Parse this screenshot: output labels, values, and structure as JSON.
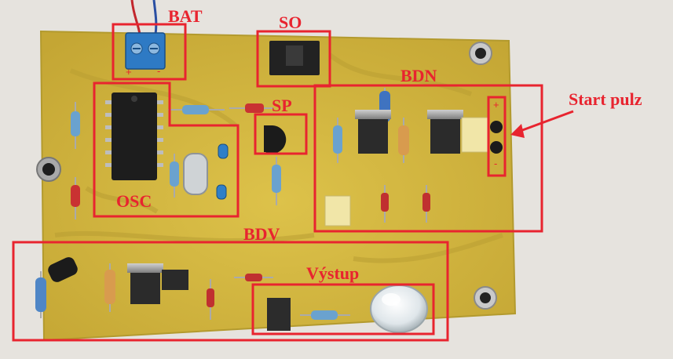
{
  "photo": {
    "board_color": "#d2b83c",
    "background_color": "#e6e3de",
    "annotation_color": "#e8242f"
  },
  "labels": {
    "bat": "BAT",
    "so": "SO",
    "bdn": "BDN",
    "sp": "SP",
    "start_pulz": "Start pulz",
    "osc": "OSC",
    "bdv": "BDV",
    "vystup": "Výstup",
    "plus": "+",
    "minus": "-"
  }
}
